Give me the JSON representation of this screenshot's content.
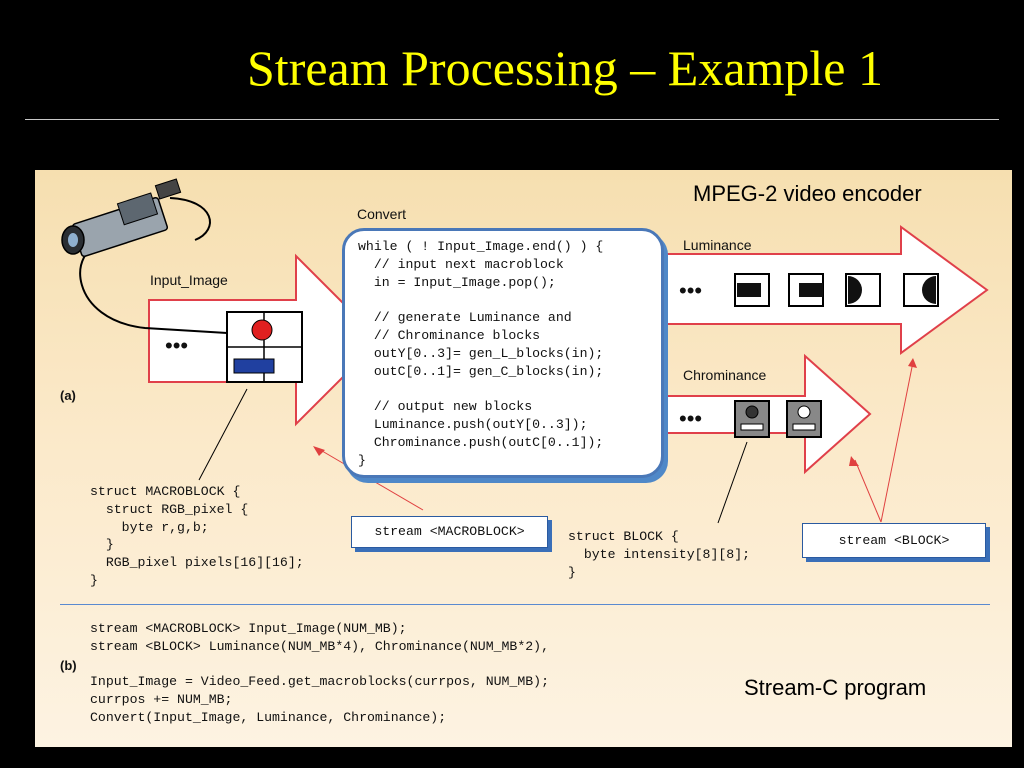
{
  "slide": {
    "title": "Stream Processing – Example 1"
  },
  "diagram": {
    "top_right_label": "MPEG-2 video encoder",
    "bottom_right_label": "Stream-C program",
    "section_a": "(a)",
    "section_b": "(b)",
    "input_image_label": "Input_Image",
    "convert_label": "Convert",
    "luminance_label": "Luminance",
    "chrominance_label": "Chrominance",
    "ellipsis": "•••",
    "convert_code": "while ( ! Input_Image.end() ) {\n  // input next macroblock\n  in = Input_Image.pop();\n\n  // generate Luminance and\n  // Chrominance blocks\n  outY[0..3]= gen_L_blocks(in);\n  outC[0..1]= gen_C_blocks(in);\n\n  // output new blocks\n  Luminance.push(outY[0..3]);\n  Chrominance.push(outC[0..1]);\n}",
    "macroblock_struct": "struct MACROBLOCK {\n  struct RGB_pixel {\n    byte r,g,b;\n  }\n  RGB_pixel pixels[16][16];\n}",
    "block_struct": "struct BLOCK {\n  byte intensity[8][8];\n}",
    "stream_macroblock": "stream <MACROBLOCK>",
    "stream_block": "stream <BLOCK>",
    "program_code": "stream <MACROBLOCK> Input_Image(NUM_MB);\nstream <BLOCK> Luminance(NUM_MB*4), Chrominance(NUM_MB*2),\n\nInput_Image = Video_Feed.get_macroblocks(currpos, NUM_MB);\ncurrpos += NUM_MB;\nConvert(Input_Image, Luminance, Chrominance);"
  },
  "colors": {
    "title": "#ffff00",
    "arrow_outline": "#e0404a",
    "box_border": "#4a78b8",
    "macroblock_red": "#e02020",
    "macroblock_blue": "#2040a0"
  },
  "icons": {
    "camera": "video-camera-icon"
  }
}
